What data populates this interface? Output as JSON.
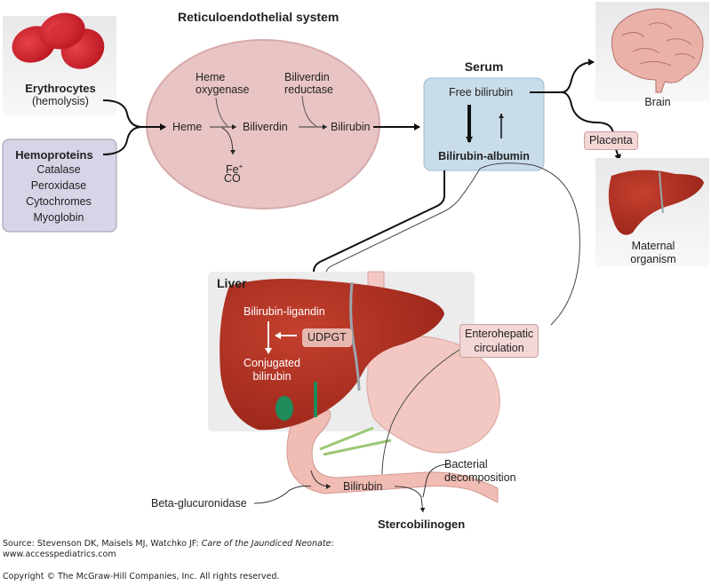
{
  "diagram": {
    "rbc": {
      "title": "Erythrocytes",
      "subtitle": "(hemolysis)"
    },
    "hemoproteins": {
      "title": "Hemoproteins",
      "items": [
        "Catalase",
        "Peroxidase",
        "Cytochromes",
        "Myoglobin"
      ]
    },
    "res": {
      "title": "Reticuloendothelial system",
      "heme": "Heme",
      "heme_oxygenase_1": "Heme",
      "heme_oxygenase_2": "oxygenase",
      "biliverdin": "Biliverdin",
      "biliverdin_reductase_1": "Biliverdin",
      "biliverdin_reductase_2": "reductase",
      "bilirubin": "Bilirubin",
      "fe": "Fe",
      "fe_sup": "+",
      "co": "CO"
    },
    "serum": {
      "title": "Serum",
      "free": "Free bilirubin",
      "bound": "Bilirubin-albumin"
    },
    "brain": {
      "label": "Brain"
    },
    "placenta": {
      "label": "Placenta"
    },
    "maternal": {
      "label_1": "Maternal",
      "label_2": "organism"
    },
    "liver": {
      "title": "Liver",
      "ligandin": "Bilirubin-ligandin",
      "udpgt": "UDPGT",
      "conjugated_1": "Conjugated",
      "conjugated_2": "bilirubin"
    },
    "enterohepatic": {
      "label_1": "Enterohepatic",
      "label_2": "circulation"
    },
    "gut": {
      "bilirubin": "Bilirubin",
      "beta": "Beta-glucuronidase",
      "bacterial_1": "Bacterial",
      "bacterial_2": "decomposition",
      "stercobilinogen": "Stercobilinogen"
    },
    "colors": {
      "res_fill": "#e9c4c4",
      "serum_fill": "#c9dcea",
      "hemoproteins_fill": "#d6d4e6",
      "liver_red": "#b33224",
      "tag_fill": "#f3d6d6",
      "panel_gray": "#ececec"
    }
  },
  "footer": {
    "source_prefix": "Source: Stevenson DK, Maisels MJ, Watchko JF: ",
    "source_title": "Care of the Jaundiced Neonate",
    "source_suffix": ":",
    "url": "www.accesspediatrics.com",
    "copyright": "Copyright © The McGraw-Hill Companies, Inc. All rights reserved."
  }
}
